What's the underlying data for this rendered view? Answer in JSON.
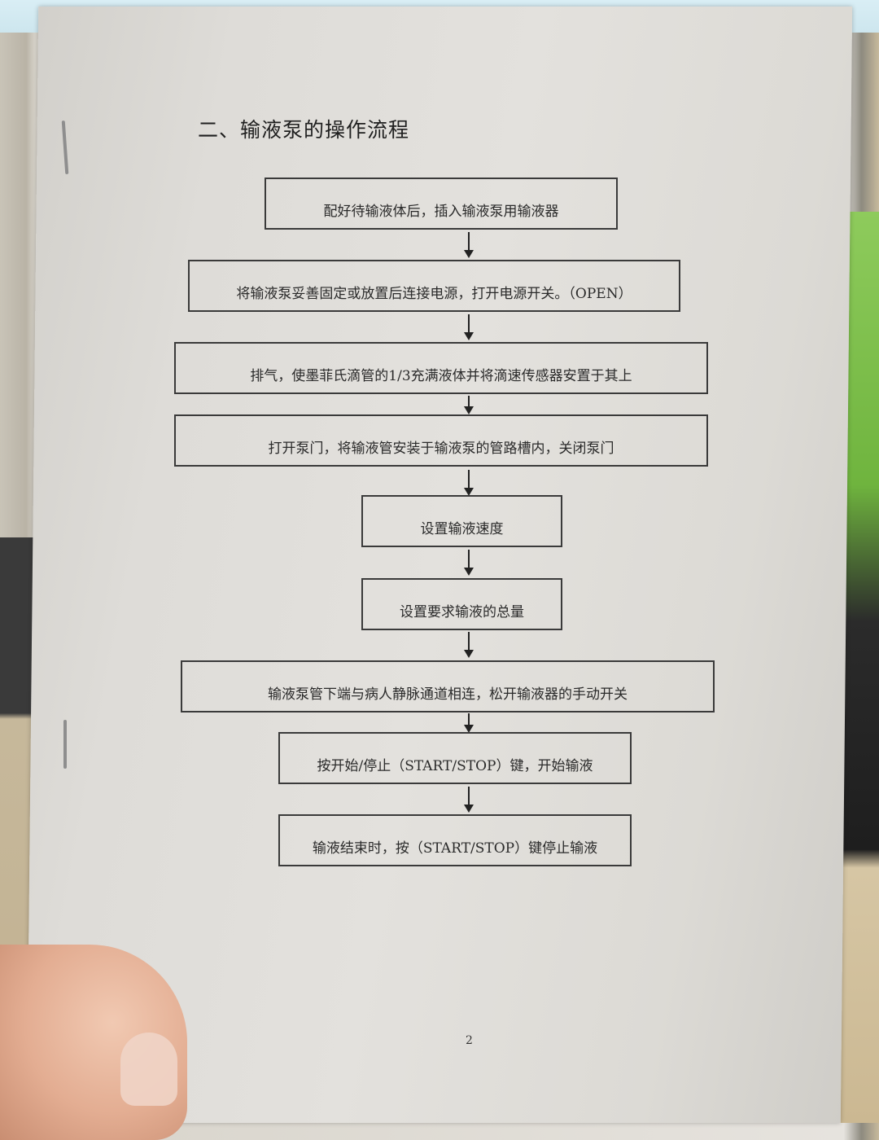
{
  "document": {
    "title": "二、输液泵的操作流程",
    "page_number": "2"
  },
  "flowchart": {
    "steps": [
      {
        "label": "配好待输液体后，插入输液泵用输液器"
      },
      {
        "label": "将输液泵妥善固定或放置后连接电源，打开电源开关。（OPEN）"
      },
      {
        "label": "排气，使墨菲氏滴管的1/3充满液体并将滴速传感器安置于其上"
      },
      {
        "label": "打开泵门，将输液管安装于输液泵的管路槽内，关闭泵门"
      },
      {
        "label": "设置输液速度"
      },
      {
        "label": "设置要求输液的总量"
      },
      {
        "label": "输液泵管下端与病人静脉通道相连，松开输液器的手动开关"
      },
      {
        "label": "按开始/停止（START/STOP）键，开始输液"
      },
      {
        "label": "输液结束时，按（START/STOP）键停止输液"
      }
    ],
    "connector": "arrow-down"
  },
  "colors": {
    "paper": "#e3e1dd",
    "line": "#3a3a3a",
    "text": "#2a2a2a"
  }
}
